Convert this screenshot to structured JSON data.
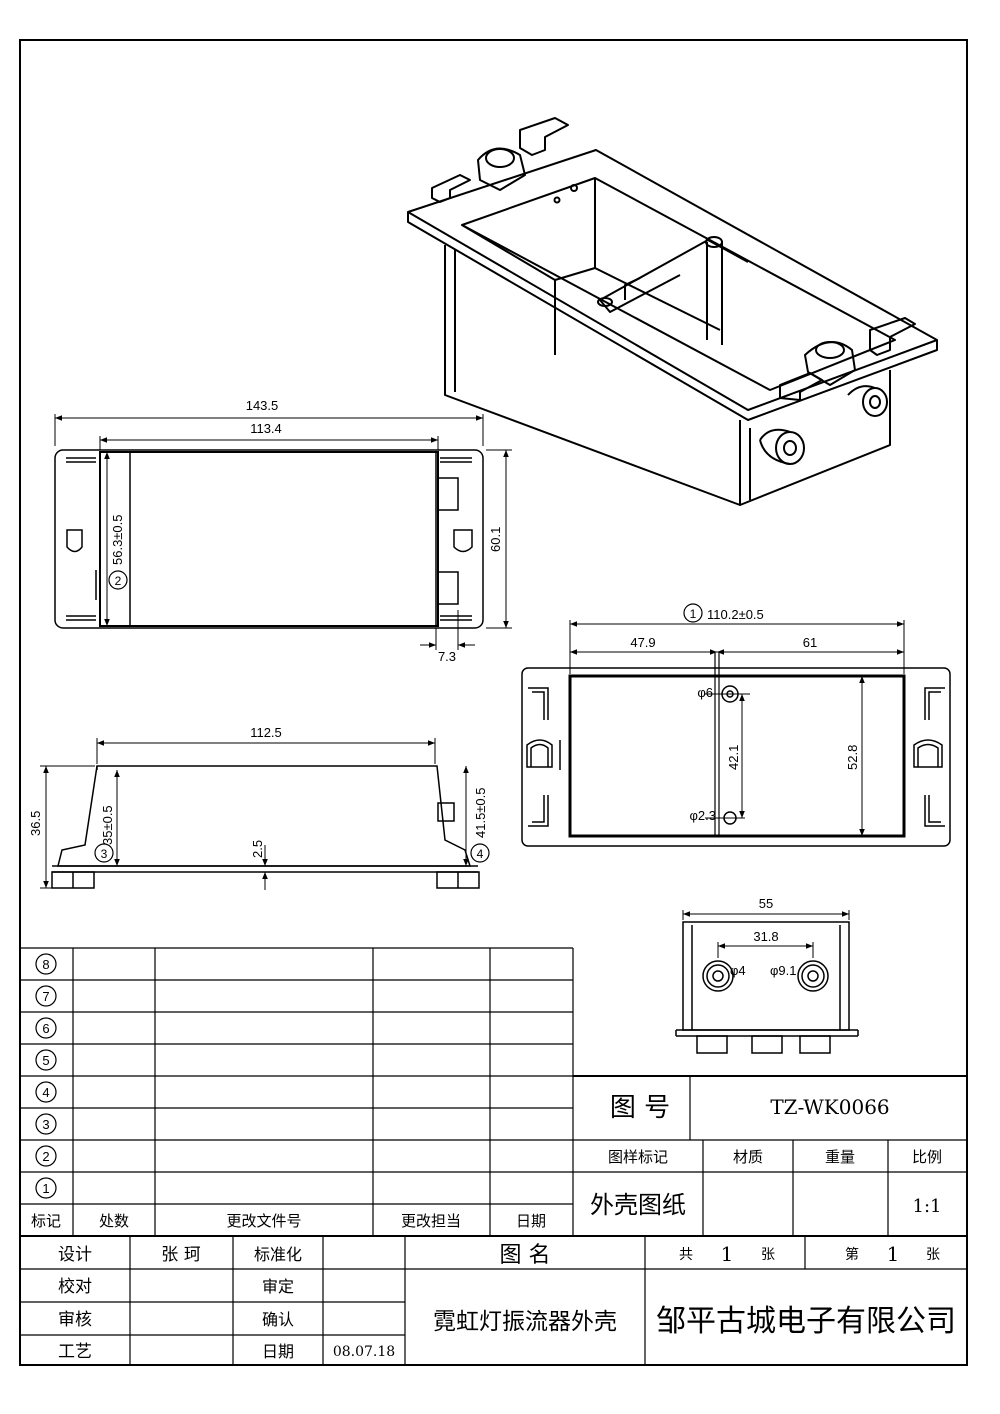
{
  "views": {
    "top_view": {
      "overall_length": "143.5",
      "inner_length": "113.4",
      "height_tol": "56.3±0.5",
      "overall_height": "60.1",
      "tab": "7.3",
      "marker": "2"
    },
    "side_view": {
      "length": "112.5",
      "height": "36.5",
      "left_height": "35±0.5",
      "right_height": "41.5±0.5",
      "thickness": "2.5",
      "marker_left": "3",
      "marker_right": "4"
    },
    "bottom_view": {
      "marker": "1",
      "total": "110.2±0.5",
      "left": "47.9",
      "right": "61",
      "hole_top": "φ6",
      "hole_bottom": "φ2.3",
      "hole_spacing": "42.1",
      "inner_height": "52.8"
    },
    "end_view": {
      "width": "55",
      "spacing": "31.8",
      "hole_small": "φ4",
      "hole_large": "φ9.1"
    }
  },
  "revision_table": {
    "row_marks": [
      "8",
      "7",
      "6",
      "5",
      "4",
      "3",
      "2",
      "1"
    ],
    "headers": [
      "标记",
      "处数",
      "更改文件号",
      "更改担当",
      "日期"
    ]
  },
  "title_block": {
    "drawing_no_label": "图 号",
    "drawing_no": "TZ-WK0066",
    "col_headers": [
      "图样标记",
      "材质",
      "重量",
      "比例"
    ],
    "drawing_type": "外壳图纸",
    "scale": "1:1",
    "design_label": "设计",
    "designer": "张 珂",
    "standard_label": "标准化",
    "name_label": "图 名",
    "total_label": "共",
    "total": "1",
    "sheet_unit": "张",
    "page_label": "第",
    "page": "1",
    "check_label": "校对",
    "approve_label": "审定",
    "review_label": "审核",
    "confirm_label": "确认",
    "process_label": "工艺",
    "date_label": "日期",
    "date": "08.07.18",
    "part_name": "霓虹灯振流器外壳",
    "company": "邹平古城电子有限公司"
  }
}
